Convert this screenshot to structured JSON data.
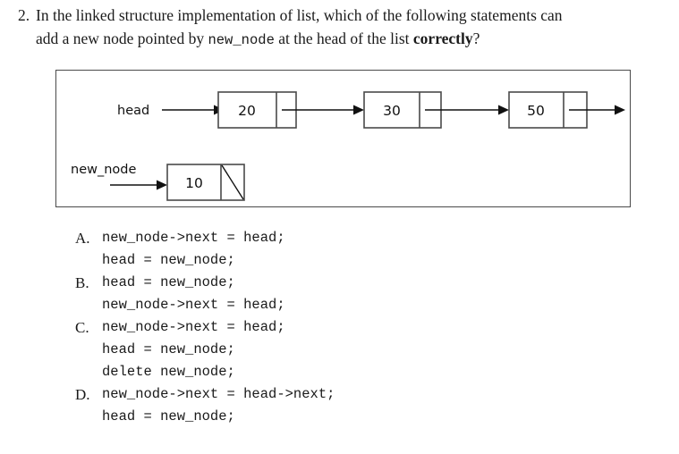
{
  "question": {
    "number": "2.",
    "line1_part1": "In the linked structure implementation of list, which of the following statements can",
    "line2_part1": "add a new node pointed by ",
    "line2_mono": "new_node",
    "line2_part2": " at the head of the list ",
    "line2_bold": "correctly",
    "line2_part3": "?"
  },
  "figure": {
    "head_label": "head",
    "new_node_label": "new_node",
    "nodes": [
      {
        "value": "20"
      },
      {
        "value": "30"
      },
      {
        "value": "50"
      }
    ],
    "new_node": {
      "value": "10",
      "next": "null"
    },
    "border_color": "#4a4a4a",
    "line_color": "#111111"
  },
  "options": [
    {
      "letter": "A.",
      "lines": [
        "new_node->next = head;",
        "head = new_node;"
      ]
    },
    {
      "letter": "B.",
      "lines": [
        "head = new_node;",
        "new_node->next = head;"
      ]
    },
    {
      "letter": "C.",
      "lines": [
        "new_node->next = head;",
        "head = new_node;",
        "delete new_node;"
      ]
    },
    {
      "letter": "D.",
      "lines": [
        "new_node->next = head->next;",
        "head = new_node;"
      ]
    }
  ]
}
